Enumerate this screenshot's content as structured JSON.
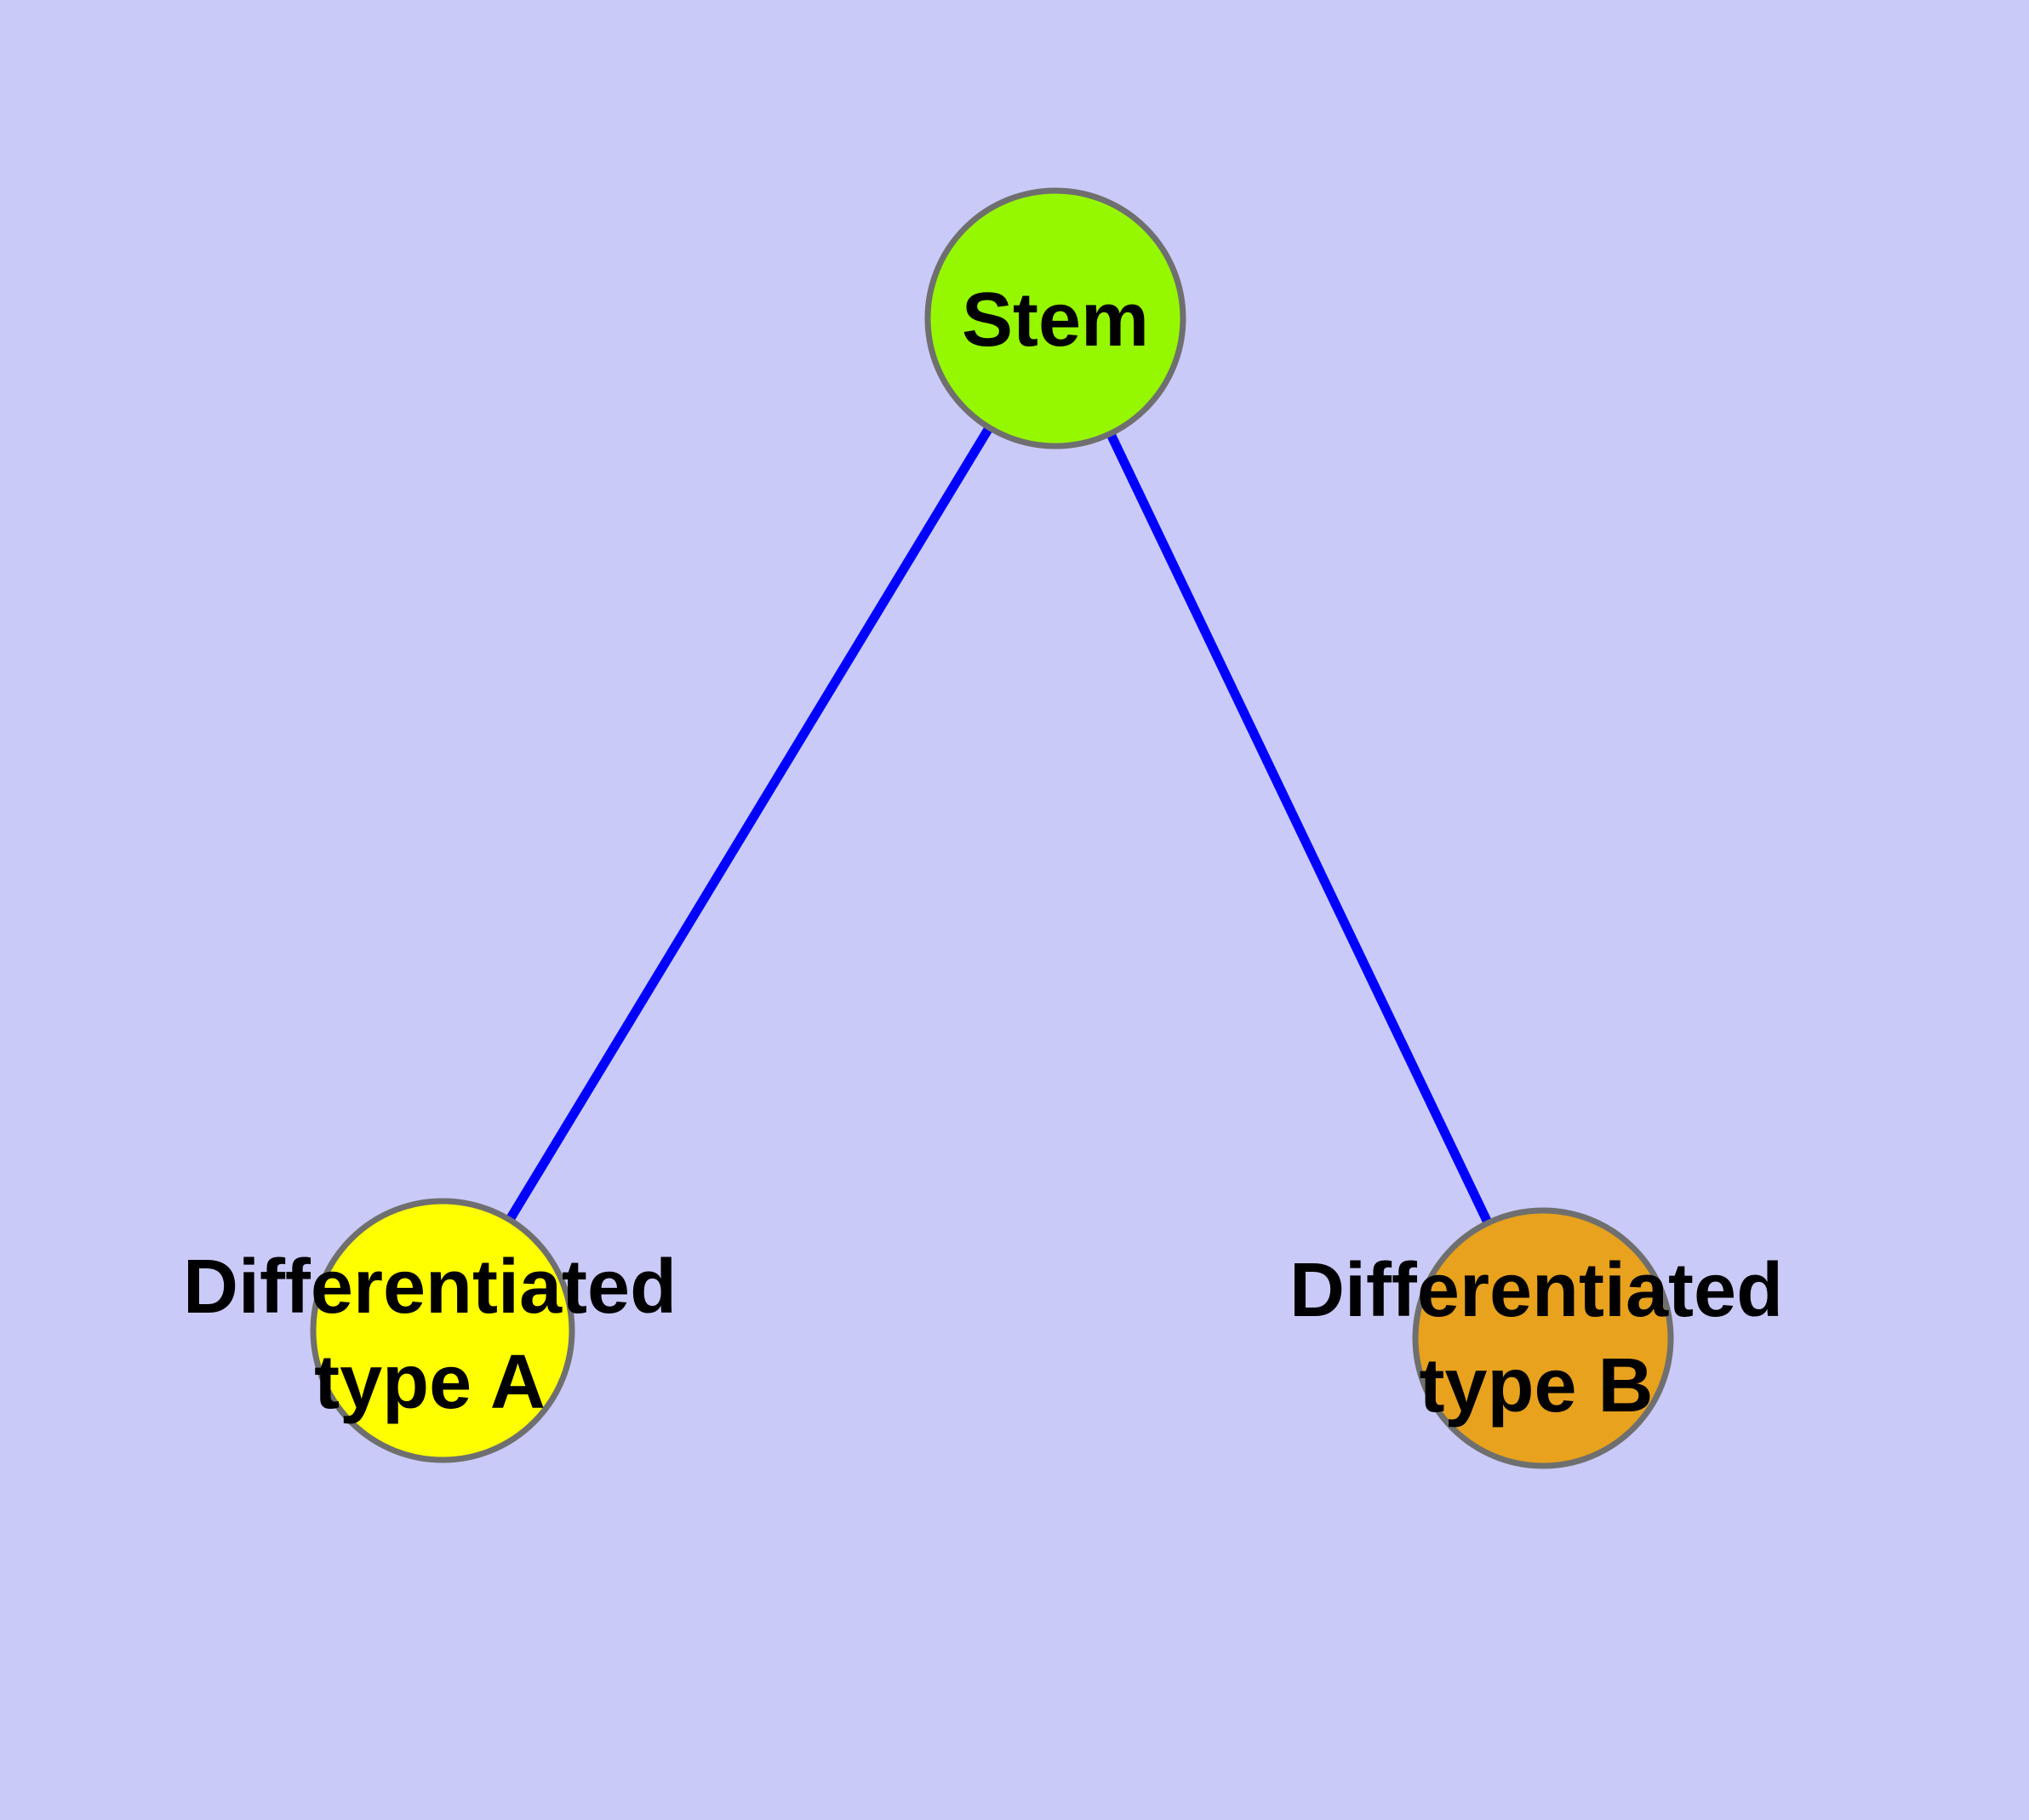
{
  "diagram": {
    "background_color": "#CACAF8",
    "edge_color": "#0000FF",
    "node_border_color": "#6F6F6F",
    "label_color": "#000000",
    "nodes": [
      {
        "id": "stem",
        "label": "Stem",
        "color": "#95F800"
      },
      {
        "id": "type-a",
        "label_line1": "Differentiated",
        "label_line2": "type A",
        "color": "#FFFF00"
      },
      {
        "id": "type-b",
        "label_line1": "Differentiated",
        "label_line2": "type B",
        "color": "#E8A21D"
      }
    ],
    "edges": [
      {
        "from": "Stem",
        "to": "Differentiated type A"
      },
      {
        "from": "Stem",
        "to": "Differentiated type B"
      }
    ]
  }
}
